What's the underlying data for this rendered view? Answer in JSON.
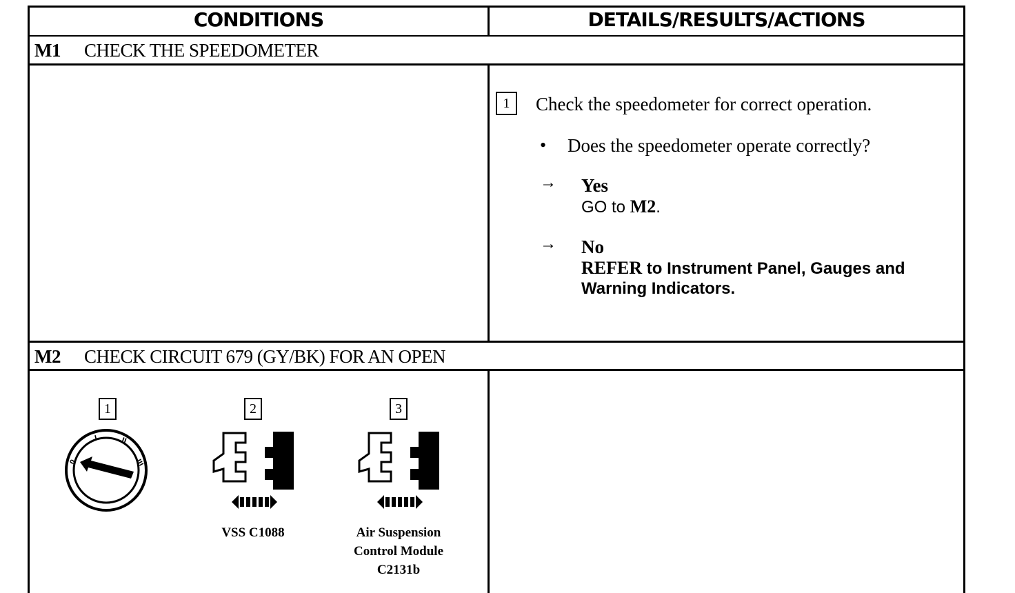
{
  "table": {
    "header": {
      "conditions": "CONDITIONS",
      "details": "DETAILS/RESULTS/ACTIONS"
    },
    "steps": [
      {
        "id": "M1",
        "title": "CHECK THE SPEEDOMETER",
        "actions": {
          "step_number": "1",
          "instruction": "Check the speedometer for correct operation.",
          "question": "Does the speedometer operate correctly?",
          "yes": {
            "label": "Yes",
            "action_prefix": "GO to ",
            "action_target": "M2",
            "action_suffix": "."
          },
          "no": {
            "label": "No",
            "action_line1_prefix": "REFER",
            "action_line1_rest": " to Instrument Panel, Gauges and",
            "action_line2": "Warning Indicators."
          }
        }
      },
      {
        "id": "M2",
        "title": "CHECK CIRCUIT 679 (GY/BK) FOR AN OPEN",
        "conditions": [
          {
            "number": "1",
            "icon": "ignition-switch-icon",
            "caption": []
          },
          {
            "number": "2",
            "icon": "connector-disconnect-icon",
            "caption": [
              "VSS C1088"
            ]
          },
          {
            "number": "3",
            "icon": "connector-disconnect-icon",
            "caption": [
              "Air Suspension",
              "Control Module",
              "C2131b"
            ]
          }
        ]
      }
    ]
  },
  "symbols": {
    "bullet": "•",
    "arrow": "→"
  }
}
